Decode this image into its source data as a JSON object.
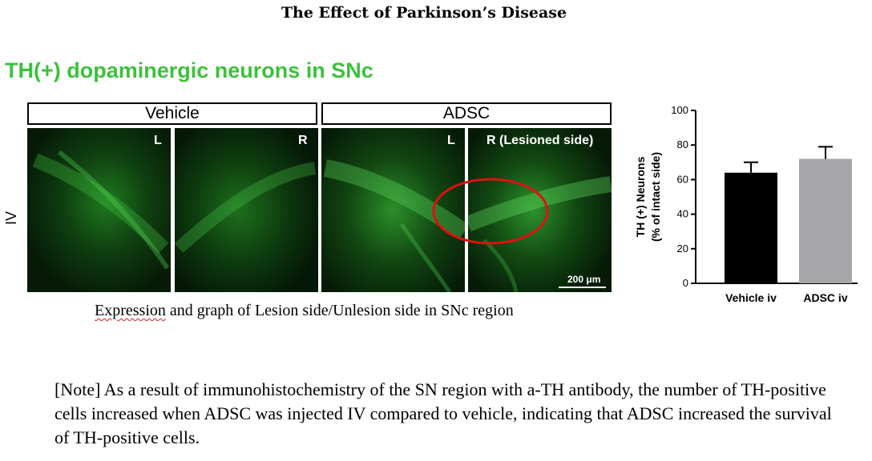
{
  "title": "The Effect of Parkinson’s Disease",
  "heading": "TH(+) dopaminergic neurons in SNc",
  "figure": {
    "group_labels": [
      "Vehicle",
      "ADSC"
    ],
    "row_label": "IV",
    "panel_labels": [
      "L",
      "R",
      "L",
      "R (Lesioned side)"
    ],
    "scale_bar": "200 μm"
  },
  "caption": {
    "first_word": "Expression",
    "rest": " and graph of Lesion side/Unlesion side in SNc region"
  },
  "note": "[Note] As a result of immunohistochemistry of the SN region with a-TH antibody, the number of TH-positive cells increased when ADSC was injected IV compared to vehicle, indicating that ADSC increased the survival of TH-positive cells.",
  "chart_data": {
    "type": "bar",
    "categories": [
      "Vehicle iv",
      "ADSC iv"
    ],
    "values": [
      64,
      72
    ],
    "error": [
      6,
      7
    ],
    "colors": [
      "#000000",
      "#a6a6aa"
    ],
    "ylabel": "TH (+) Neurons\n(% of intact side)",
    "ylim": [
      0,
      100
    ],
    "yticks": [
      0,
      20,
      40,
      60,
      80,
      100
    ],
    "grid": false
  }
}
